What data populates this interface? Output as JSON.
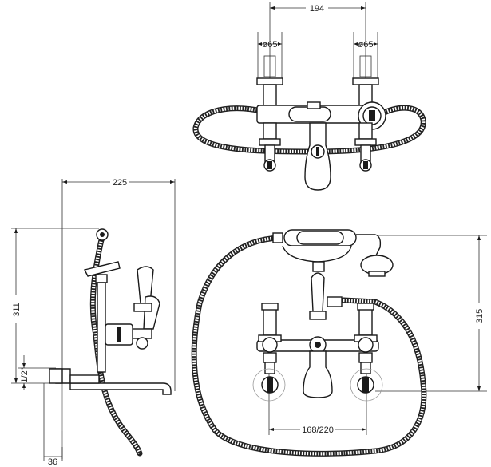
{
  "colors": {
    "ink": "#1a1a1a",
    "background": "#ffffff",
    "dimension_line": "#333333"
  },
  "top_view": {
    "dim_width": "194",
    "dim_left_diameter": "ø65",
    "dim_right_diameter": "ø65"
  },
  "side_view": {
    "dim_width": "225",
    "dim_height": "311",
    "dim_thread": "1/2\"",
    "dim_base": "36"
  },
  "front_view": {
    "dim_height": "315",
    "dim_centres": "168/220"
  }
}
